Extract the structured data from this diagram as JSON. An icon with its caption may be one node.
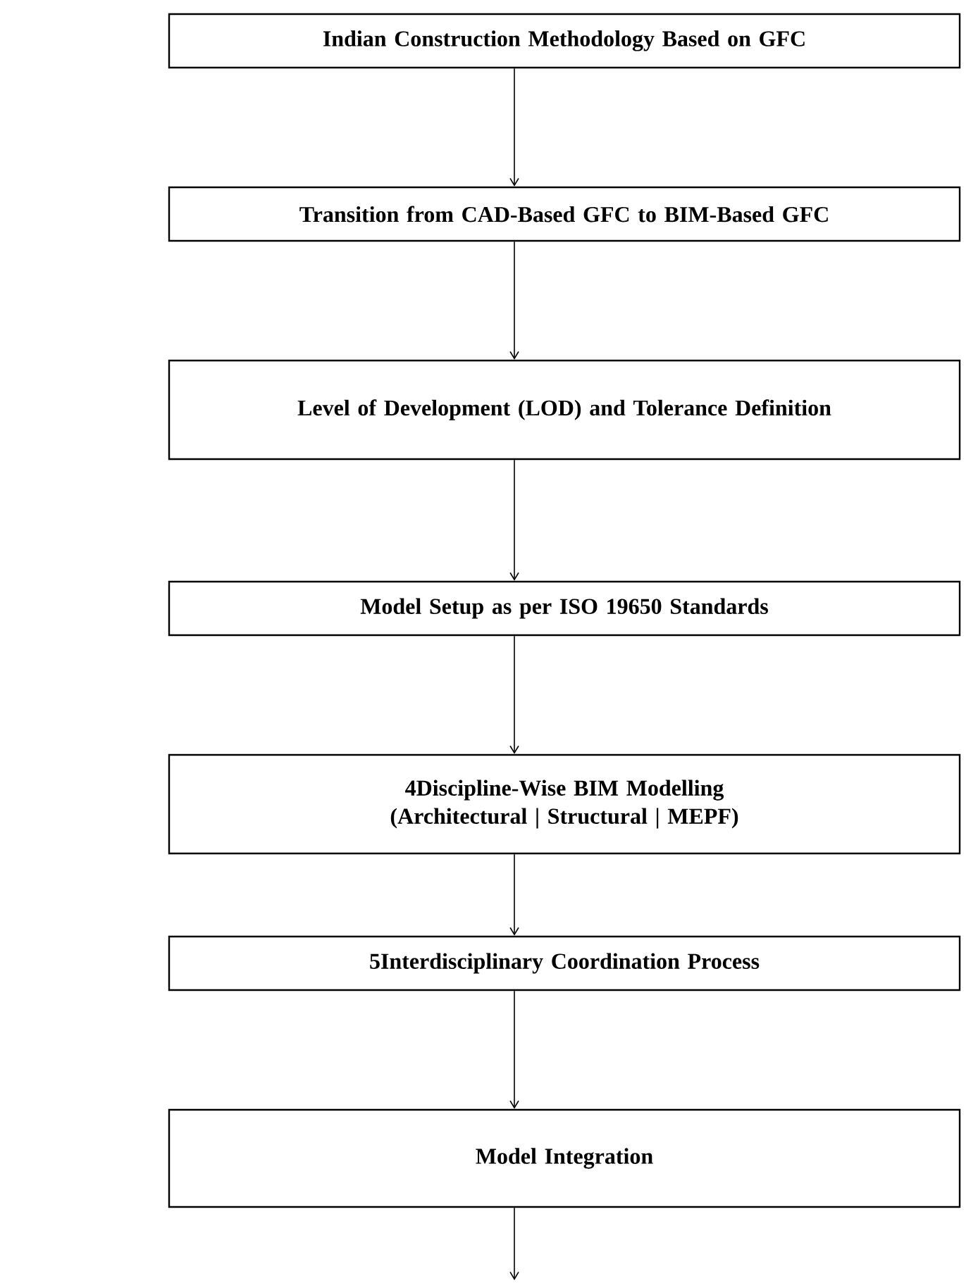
{
  "diagram": {
    "nodes": [
      {
        "text": [
          "Indian Construction Methodology Based on GFC"
        ]
      },
      {
        "text": [
          "Transition from CAD-Based GFC to BIM-Based GFC"
        ]
      },
      {
        "text": [
          "Level of Development (LOD) and Tolerance Definition"
        ]
      },
      {
        "text": [
          "Model Setup as per ISO 19650 Standards"
        ]
      },
      {
        "text": [
          "4Discipline-Wise BIM Modelling (Architectural | Structural | MEPF)"
        ]
      },
      {
        "text": [
          "5Interdisciplinary Coordination Process"
        ]
      },
      {
        "text": [
          "Model Integration"
        ]
      }
    ],
    "edges": [
      {
        "from": 0,
        "to": 1,
        "arrow": "to"
      },
      {
        "from": 1,
        "to": 2,
        "arrow": "to"
      },
      {
        "from": 2,
        "to": 3,
        "arrow": "to"
      },
      {
        "from": 3,
        "to": 4,
        "arrow": "to"
      },
      {
        "from": 4,
        "to": 5,
        "arrow": "to"
      },
      {
        "from": 5,
        "to": 6,
        "arrow": "to"
      },
      {
        "from": 6,
        "to": null,
        "arrow": "to"
      }
    ]
  }
}
